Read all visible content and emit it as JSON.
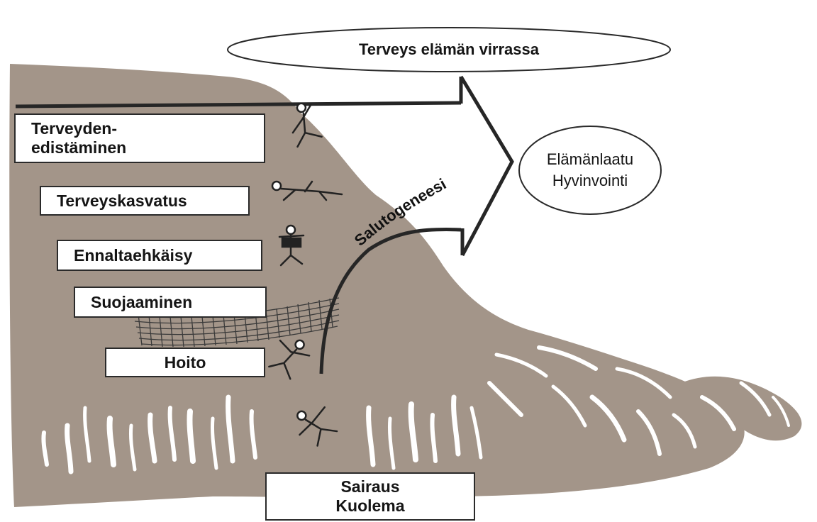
{
  "title": "Terveys elämän virrassa",
  "outcome": {
    "line1": "Elämänlaatu",
    "line2": "Hyvinvointi"
  },
  "flow_label": "Salutogeneesi",
  "levels": [
    {
      "line1": "Terveyden-",
      "line2": "edistäminen"
    },
    {
      "label": "Terveyskasvatus"
    },
    {
      "label": "Ennaltaehkäisy"
    },
    {
      "label": "Suojaaminen"
    },
    {
      "label": "Hoito"
    }
  ],
  "bottom": {
    "line1": "Sairaus",
    "line2": "Kuolema"
  },
  "colors": {
    "river": "#a39589",
    "line": "#262626",
    "paper": "#ffffff"
  }
}
